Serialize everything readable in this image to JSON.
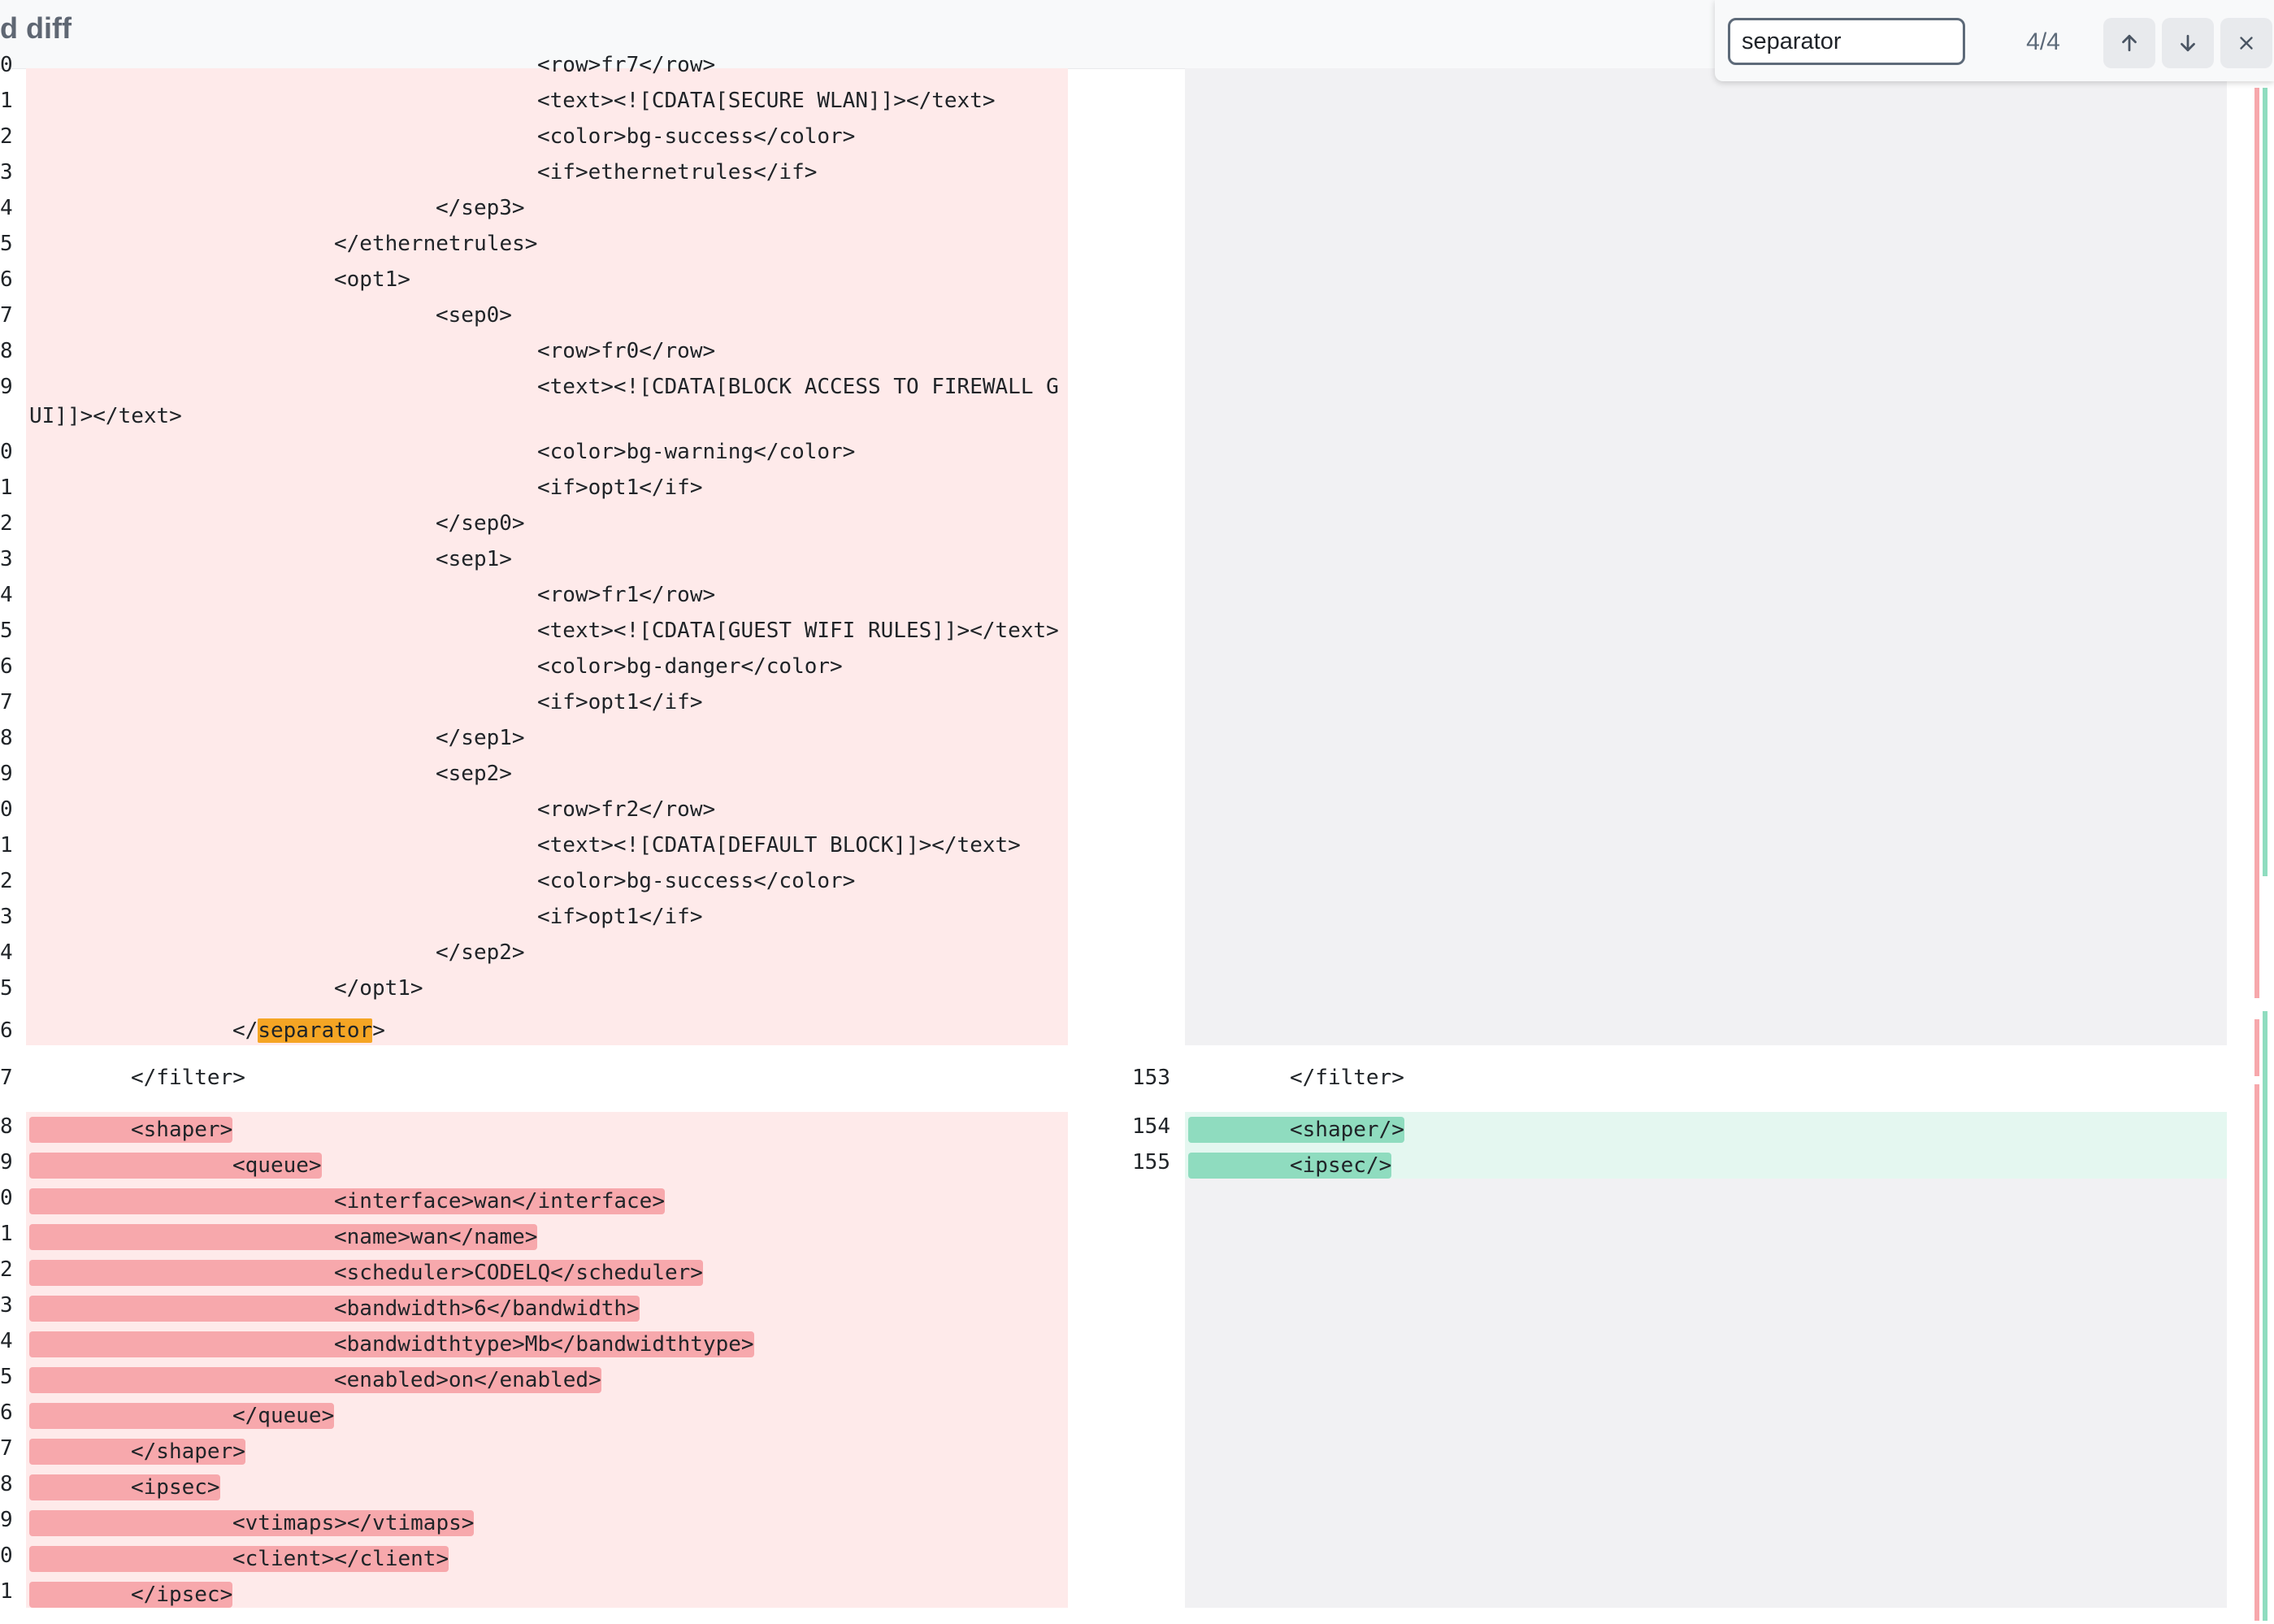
{
  "header": {
    "title": "d diff"
  },
  "find": {
    "query": "separator",
    "count": "4/4",
    "prev_icon": "arrow-up-icon",
    "next_icon": "arrow-down-icon",
    "close_icon": "close-icon"
  },
  "colors": {
    "deleted_bg": "#feeaea",
    "deleted_highlight": "#f7a8ac",
    "added_bg": "#e4f7f0",
    "added_highlight": "#8fdcbf",
    "match_highlight": "#f5a524"
  },
  "left_top": [
    {
      "ln": "0",
      "indent": "\t\t\t\t\t",
      "text": "<row>fr7</row>"
    },
    {
      "ln": "1",
      "indent": "\t\t\t\t\t",
      "text": "<text><![CDATA[SECURE WLAN]]></text>"
    },
    {
      "ln": "2",
      "indent": "\t\t\t\t\t",
      "text": "<color>bg-success</color>"
    },
    {
      "ln": "3",
      "indent": "\t\t\t\t\t",
      "text": "<if>ethernetrules</if>"
    },
    {
      "ln": "4",
      "indent": "\t\t\t\t",
      "text": "</sep3>"
    },
    {
      "ln": "5",
      "indent": "\t\t\t",
      "text": "</ethernetrules>"
    },
    {
      "ln": "6",
      "indent": "\t\t\t",
      "text": "<opt1>"
    },
    {
      "ln": "7",
      "indent": "\t\t\t\t",
      "text": "<sep0>"
    },
    {
      "ln": "8",
      "indent": "\t\t\t\t\t",
      "text": "<row>fr0</row>"
    },
    {
      "ln": "9",
      "indent": "\t\t\t\t\t",
      "text": "<text><![CDATA[BLOCK ACCESS TO FIREWALL G"
    },
    {
      "ln": "",
      "indent": "",
      "text": "UI]]></text>"
    },
    {
      "ln": "0",
      "indent": "\t\t\t\t\t",
      "text": "<color>bg-warning</color>"
    },
    {
      "ln": "1",
      "indent": "\t\t\t\t\t",
      "text": "<if>opt1</if>"
    },
    {
      "ln": "2",
      "indent": "\t\t\t\t",
      "text": "</sep0>"
    },
    {
      "ln": "3",
      "indent": "\t\t\t\t",
      "text": "<sep1>"
    },
    {
      "ln": "4",
      "indent": "\t\t\t\t\t",
      "text": "<row>fr1</row>"
    },
    {
      "ln": "5",
      "indent": "\t\t\t\t\t",
      "text": "<text><![CDATA[GUEST WIFI RULES]]></text>"
    },
    {
      "ln": "6",
      "indent": "\t\t\t\t\t",
      "text": "<color>bg-danger</color>"
    },
    {
      "ln": "7",
      "indent": "\t\t\t\t\t",
      "text": "<if>opt1</if>"
    },
    {
      "ln": "8",
      "indent": "\t\t\t\t",
      "text": "</sep1>"
    },
    {
      "ln": "9",
      "indent": "\t\t\t\t",
      "text": "<sep2>"
    },
    {
      "ln": "0",
      "indent": "\t\t\t\t\t",
      "text": "<row>fr2</row>"
    },
    {
      "ln": "1",
      "indent": "\t\t\t\t\t",
      "text": "<text><![CDATA[DEFAULT BLOCK]]></text>"
    },
    {
      "ln": "2",
      "indent": "\t\t\t\t\t",
      "text": "<color>bg-success</color>"
    },
    {
      "ln": "3",
      "indent": "\t\t\t\t\t",
      "text": "<if>opt1</if>"
    },
    {
      "ln": "4",
      "indent": "\t\t\t\t",
      "text": "</sep2>"
    },
    {
      "ln": "5",
      "indent": "\t\t\t",
      "text": "</opt1>"
    }
  ],
  "separator_line": {
    "ln": "6",
    "indent": "\t\t",
    "prefix": "</",
    "match": "separator",
    "suffix": ">"
  },
  "context": {
    "left_ln": "7",
    "right_ln": "153",
    "indent": "\t",
    "text": "</filter>"
  },
  "left_bottom": [
    {
      "ln": "8",
      "indent": "\t",
      "text": "<shaper>"
    },
    {
      "ln": "9",
      "indent": "\t\t",
      "text": "<queue>"
    },
    {
      "ln": "0",
      "indent": "\t\t\t",
      "text": "<interface>wan</interface>"
    },
    {
      "ln": "1",
      "indent": "\t\t\t",
      "text": "<name>wan</name>"
    },
    {
      "ln": "2",
      "indent": "\t\t\t",
      "text": "<scheduler>CODELQ</scheduler>"
    },
    {
      "ln": "3",
      "indent": "\t\t\t",
      "text": "<bandwidth>6</bandwidth>"
    },
    {
      "ln": "4",
      "indent": "\t\t\t",
      "text": "<bandwidthtype>Mb</bandwidthtype>"
    },
    {
      "ln": "5",
      "indent": "\t\t\t",
      "text": "<enabled>on</enabled>"
    },
    {
      "ln": "6",
      "indent": "\t\t",
      "text": "</queue>"
    },
    {
      "ln": "7",
      "indent": "\t",
      "text": "</shaper>"
    },
    {
      "ln": "8",
      "indent": "\t",
      "text": "<ipsec>"
    },
    {
      "ln": "9",
      "indent": "\t\t",
      "text": "<vtimaps></vtimaps>"
    },
    {
      "ln": "0",
      "indent": "\t\t",
      "text": "<client></client>"
    },
    {
      "ln": "1",
      "indent": "\t",
      "text": "</ipsec>"
    }
  ],
  "right_bottom": [
    {
      "ln": "154",
      "indent": "\t",
      "text": "<shaper/>"
    },
    {
      "ln": "155",
      "indent": "\t",
      "text": "<ipsec/>"
    }
  ]
}
